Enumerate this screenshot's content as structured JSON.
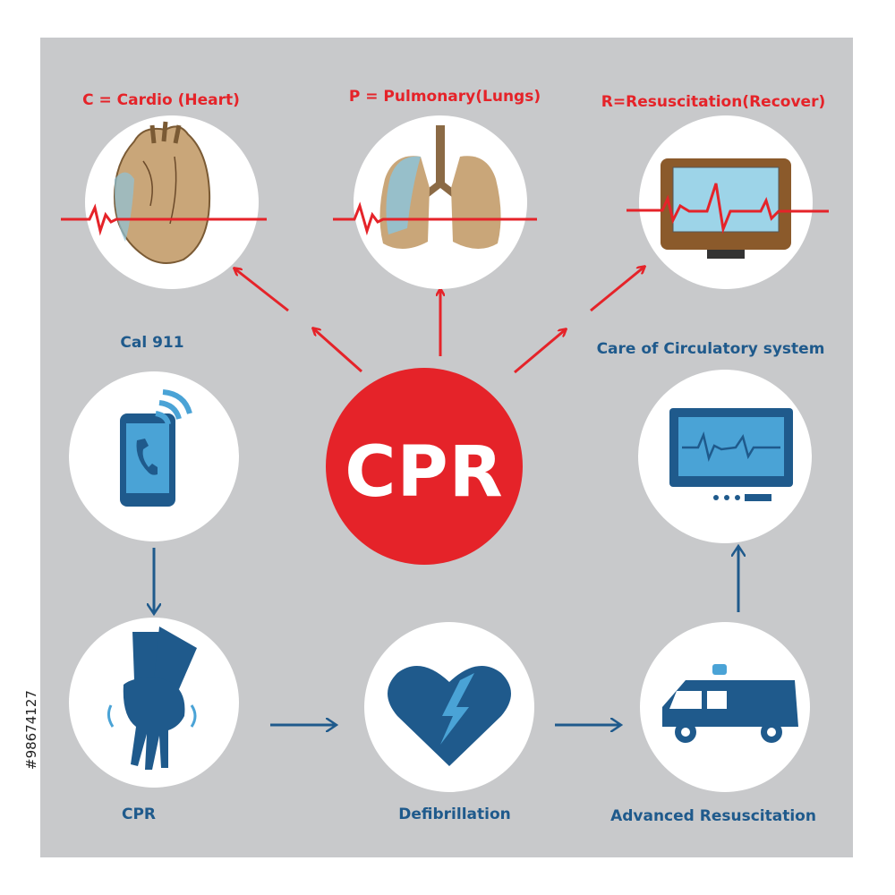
{
  "center_label": "CPR",
  "definitions": [
    {
      "text": "C = Cardio (Heart)",
      "icon": "heart-organ-icon"
    },
    {
      "text": "P = Pulmonary(Lungs)",
      "icon": "lungs-icon"
    },
    {
      "text": "R=Resuscitation(Recover)",
      "icon": "heart-monitor-icon"
    }
  ],
  "steps": [
    {
      "text": "Cal 911",
      "icon": "phone-call-icon"
    },
    {
      "text": "CPR",
      "icon": "chest-compression-hands-icon"
    },
    {
      "text": "Defibrillation",
      "icon": "broken-heart-shock-icon"
    },
    {
      "text": "Advanced Resuscitation",
      "icon": "ambulance-icon"
    },
    {
      "text": "Care of Circulatory system",
      "icon": "cardiac-monitor-icon"
    }
  ],
  "watermark_id": "#98674127",
  "colors": {
    "accent_red": "#e52329",
    "accent_blue": "#1f5a8c",
    "panel": "#c8c9cb"
  }
}
